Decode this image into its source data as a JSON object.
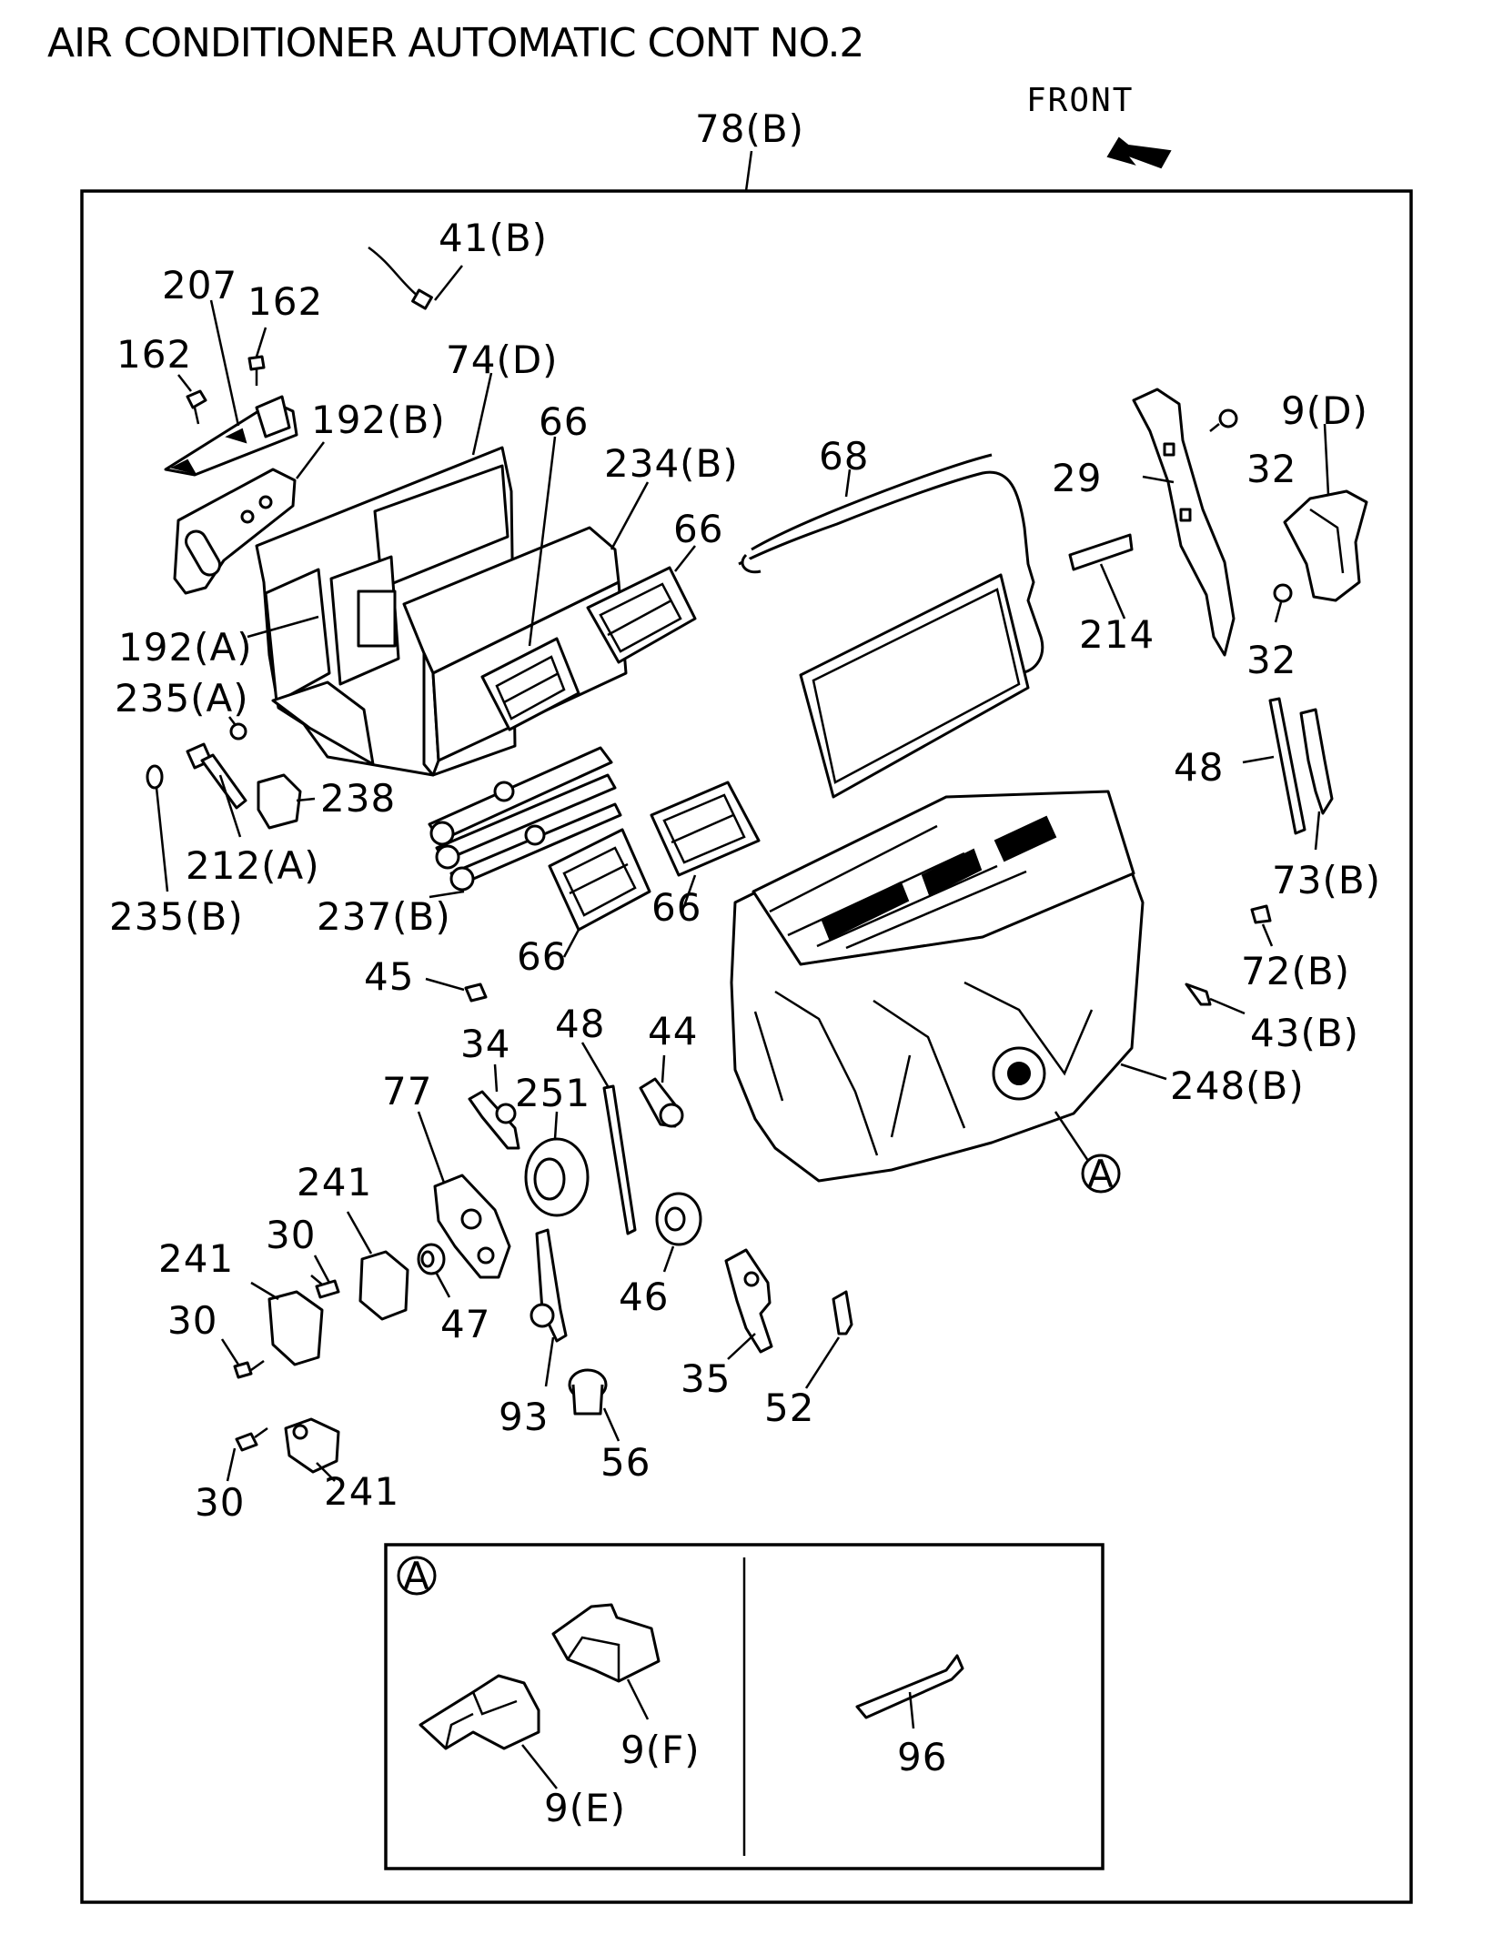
{
  "title": "AIR CONDITIONER AUTOMATIC CONT NO.2",
  "front_label": "FRONT",
  "callouts": [
    {
      "id": "c78b",
      "text": "78(B)"
    },
    {
      "id": "c41b",
      "text": "41(B)"
    },
    {
      "id": "c207",
      "text": "207"
    },
    {
      "id": "c162a",
      "text": "162"
    },
    {
      "id": "c162b",
      "text": "162"
    },
    {
      "id": "c74d",
      "text": "74(D)"
    },
    {
      "id": "c192b",
      "text": "192(B)"
    },
    {
      "id": "c66a",
      "text": "66"
    },
    {
      "id": "c234b",
      "text": "234(B)"
    },
    {
      "id": "c68",
      "text": "68"
    },
    {
      "id": "c66b",
      "text": "66"
    },
    {
      "id": "c29",
      "text": "29"
    },
    {
      "id": "c9d",
      "text": "9(D)"
    },
    {
      "id": "c32a",
      "text": "32"
    },
    {
      "id": "c214",
      "text": "214"
    },
    {
      "id": "c32b",
      "text": "32"
    },
    {
      "id": "c192a",
      "text": "192(A)"
    },
    {
      "id": "c235a",
      "text": "235(A)"
    },
    {
      "id": "c238",
      "text": "238"
    },
    {
      "id": "c212a",
      "text": "212(A)"
    },
    {
      "id": "c235b",
      "text": "235(B)"
    },
    {
      "id": "c237b",
      "text": "237(B)"
    },
    {
      "id": "c66c",
      "text": "66"
    },
    {
      "id": "c66d",
      "text": "66"
    },
    {
      "id": "c48a",
      "text": "48"
    },
    {
      "id": "c73b",
      "text": "73(B)"
    },
    {
      "id": "c72b",
      "text": "72(B)"
    },
    {
      "id": "c43b",
      "text": "43(B)"
    },
    {
      "id": "c45",
      "text": "45"
    },
    {
      "id": "c34",
      "text": "34"
    },
    {
      "id": "c48b",
      "text": "48"
    },
    {
      "id": "c44",
      "text": "44"
    },
    {
      "id": "c77",
      "text": "77"
    },
    {
      "id": "c251",
      "text": "251"
    },
    {
      "id": "c248b",
      "text": "248(B)"
    },
    {
      "id": "c241a",
      "text": "241"
    },
    {
      "id": "c241b",
      "text": "241"
    },
    {
      "id": "c30a",
      "text": "30"
    },
    {
      "id": "c30b",
      "text": "30"
    },
    {
      "id": "c47",
      "text": "47"
    },
    {
      "id": "c46",
      "text": "46"
    },
    {
      "id": "c35",
      "text": "35"
    },
    {
      "id": "c52",
      "text": "52"
    },
    {
      "id": "c93",
      "text": "93"
    },
    {
      "id": "c56",
      "text": "56"
    },
    {
      "id": "c30c",
      "text": "30"
    },
    {
      "id": "c241c",
      "text": "241"
    },
    {
      "id": "c9f",
      "text": "9(F)"
    },
    {
      "id": "c9e",
      "text": "9(E)"
    },
    {
      "id": "c96",
      "text": "96"
    }
  ],
  "detail_markers": [
    {
      "id": "markerMain",
      "text": "A"
    },
    {
      "id": "markerInset",
      "text": "A"
    }
  ]
}
